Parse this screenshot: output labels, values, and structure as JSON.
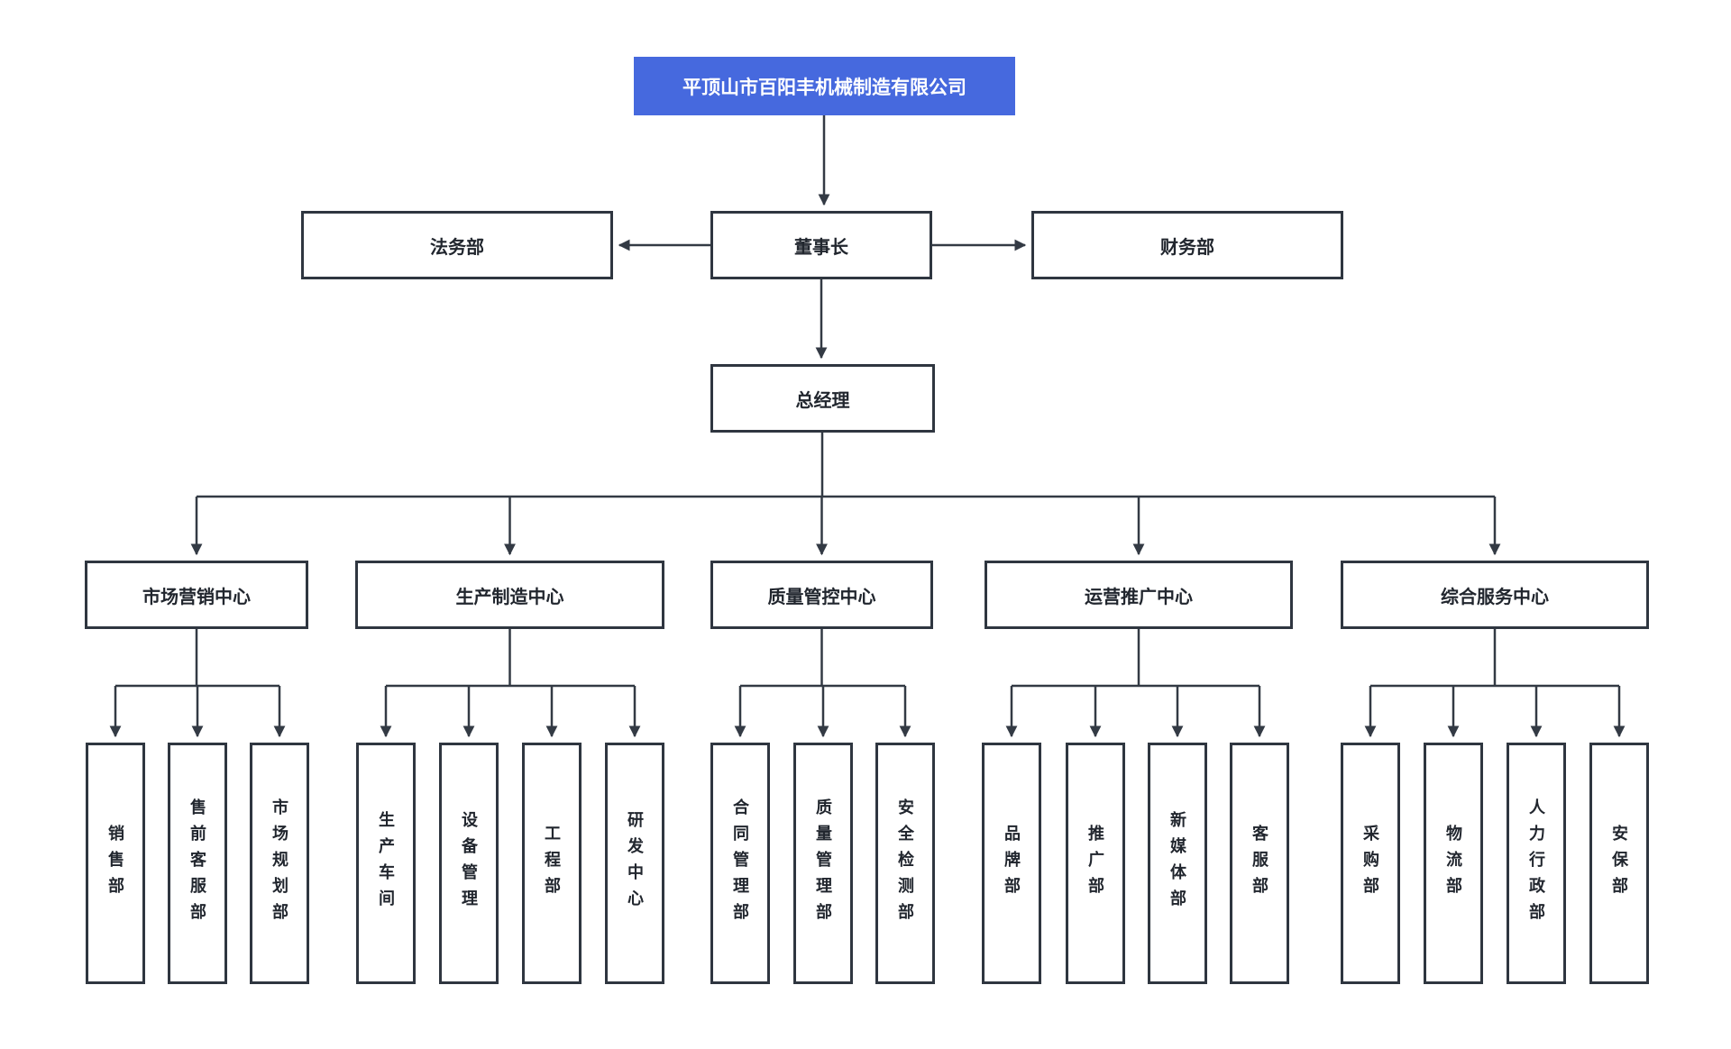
{
  "org": {
    "root": {
      "label": "平顶山市百阳丰机械制造有限公司"
    },
    "legal": {
      "label": "法务部"
    },
    "chairman": {
      "label": "董事长"
    },
    "finance": {
      "label": "财务部"
    },
    "gm": {
      "label": "总经理"
    },
    "centers": [
      {
        "label": "市场营销中心",
        "children": [
          "销售部",
          "售前客服部",
          "市场规划部"
        ]
      },
      {
        "label": "生产制造中心",
        "children": [
          "生产车间",
          "设备管理",
          "工程部",
          "研发中心"
        ]
      },
      {
        "label": "质量管控中心",
        "children": [
          "合同管理部",
          "质量管理部",
          "安全检测部"
        ]
      },
      {
        "label": "运营推广中心",
        "children": [
          "品牌部",
          "推广部",
          "新媒体部",
          "客服部"
        ]
      },
      {
        "label": "综合服务中心",
        "children": [
          "采购部",
          "物流部",
          "人力行政部",
          "安保部"
        ]
      }
    ],
    "colors": {
      "root_bg": "#4669de",
      "root_text": "#ffffff",
      "node_border": "#2f3640",
      "node_text": "#21262e",
      "line": "#333a44"
    }
  }
}
